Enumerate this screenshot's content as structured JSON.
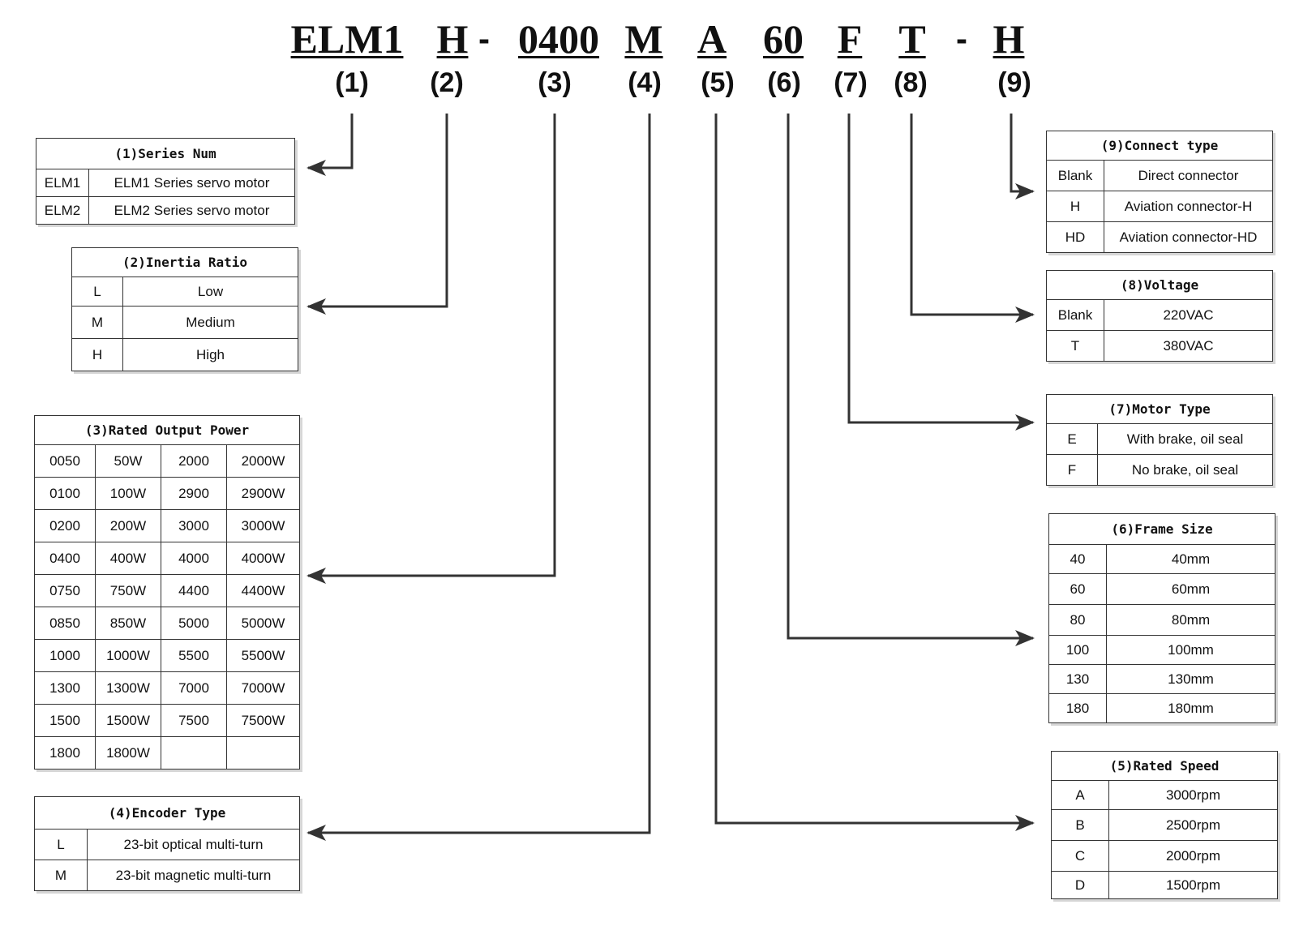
{
  "code": {
    "segments": [
      "ELM1",
      "H",
      "0400",
      "M",
      "A",
      "60",
      "F",
      "T",
      "H"
    ],
    "dash": "-",
    "numbers": [
      "(1)",
      "(2)",
      "(3)",
      "(4)",
      "(5)",
      "(6)",
      "(7)",
      "(8)",
      "(9)"
    ]
  },
  "tables": {
    "series": {
      "title": "(1)Series Num",
      "rows": [
        [
          "ELM1",
          "ELM1 Series servo motor"
        ],
        [
          "ELM2",
          "ELM2 Series servo motor"
        ]
      ]
    },
    "inertia": {
      "title": "(2)Inertia Ratio",
      "rows": [
        [
          "L",
          "Low"
        ],
        [
          "M",
          "Medium"
        ],
        [
          "H",
          "High"
        ]
      ]
    },
    "power": {
      "title": "(3)Rated Output Power",
      "rows": [
        [
          "0050",
          "50W",
          "2000",
          "2000W"
        ],
        [
          "0100",
          "100W",
          "2900",
          "2900W"
        ],
        [
          "0200",
          "200W",
          "3000",
          "3000W"
        ],
        [
          "0400",
          "400W",
          "4000",
          "4000W"
        ],
        [
          "0750",
          "750W",
          "4400",
          "4400W"
        ],
        [
          "0850",
          "850W",
          "5000",
          "5000W"
        ],
        [
          "1000",
          "1000W",
          "5500",
          "5500W"
        ],
        [
          "1300",
          "1300W",
          "7000",
          "7000W"
        ],
        [
          "1500",
          "1500W",
          "7500",
          "7500W"
        ],
        [
          "1800",
          "1800W",
          "",
          ""
        ]
      ]
    },
    "encoder": {
      "title": "(4)Encoder Type",
      "rows": [
        [
          "L",
          "23-bit optical multi-turn"
        ],
        [
          "M",
          "23-bit magnetic multi-turn"
        ]
      ]
    },
    "connect": {
      "title": "(9)Connect type",
      "rows": [
        [
          "Blank",
          "Direct connector"
        ],
        [
          "H",
          "Aviation connector-H"
        ],
        [
          "HD",
          "Aviation connector-HD"
        ]
      ]
    },
    "voltage": {
      "title": "(8)Voltage",
      "rows": [
        [
          "Blank",
          "220VAC"
        ],
        [
          "T",
          "380VAC"
        ]
      ]
    },
    "motor": {
      "title": "(7)Motor Type",
      "rows": [
        [
          "E",
          "With brake, oil seal"
        ],
        [
          "F",
          "No brake, oil seal"
        ]
      ]
    },
    "frame": {
      "title": "(6)Frame Size",
      "rows": [
        [
          "40",
          "40mm"
        ],
        [
          "60",
          "60mm"
        ],
        [
          "80",
          "80mm"
        ],
        [
          "100",
          "100mm"
        ],
        [
          "130",
          "130mm"
        ],
        [
          "180",
          "180mm"
        ]
      ]
    },
    "speed": {
      "title": "(5)Rated Speed",
      "rows": [
        [
          "A",
          "3000rpm"
        ],
        [
          "B",
          "2500rpm"
        ],
        [
          "C",
          "2000rpm"
        ],
        [
          "D",
          "1500rpm"
        ]
      ]
    }
  }
}
